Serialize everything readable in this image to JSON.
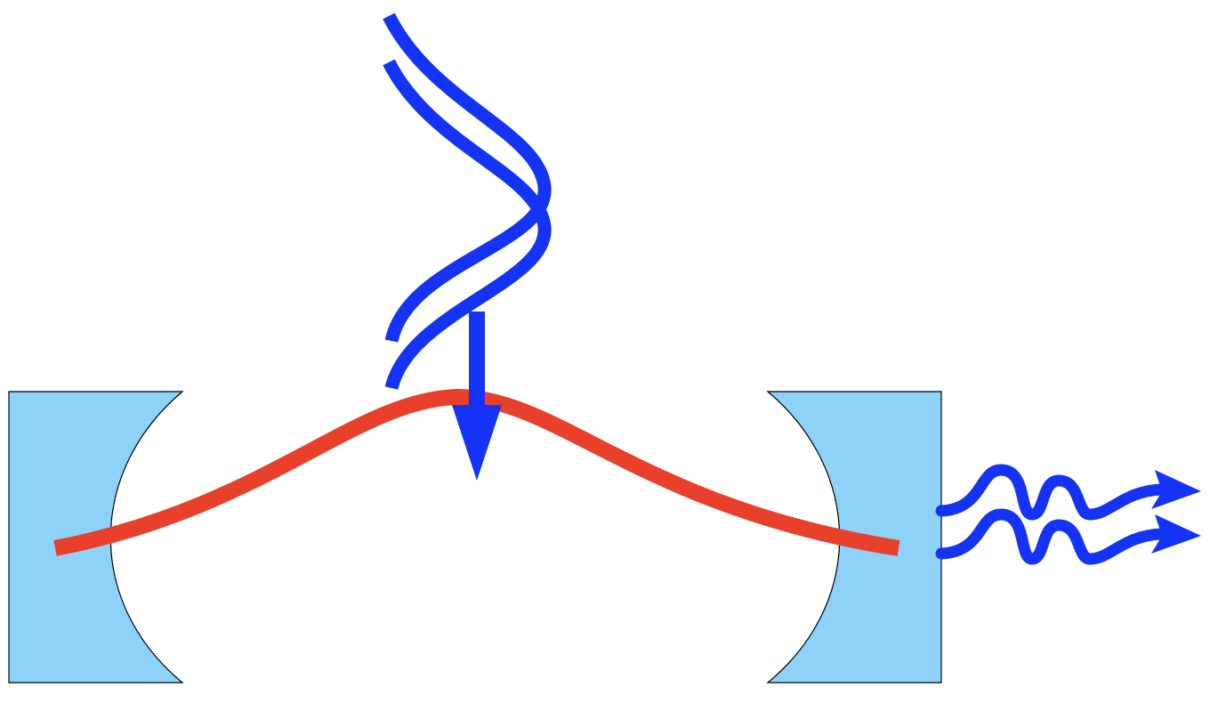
{
  "diagram": {
    "components": [
      {
        "id": "left-mirror",
        "kind": "concave cavity mirror"
      },
      {
        "id": "right-mirror",
        "kind": "concave cavity mirror"
      },
      {
        "id": "cavity-mode",
        "kind": "intracavity field profile"
      },
      {
        "id": "incoming-beams",
        "kind": "two incoming photons"
      },
      {
        "id": "injection-arrow",
        "kind": "downward arrow"
      },
      {
        "id": "output-beams",
        "kind": "two outgoing photons"
      }
    ],
    "colors": {
      "mirror_fill": "#8ed2fa",
      "mirror_stroke": "#000000",
      "mode": "#e8402a",
      "photon": "#1433f5",
      "background": "#ffffff"
    }
  }
}
